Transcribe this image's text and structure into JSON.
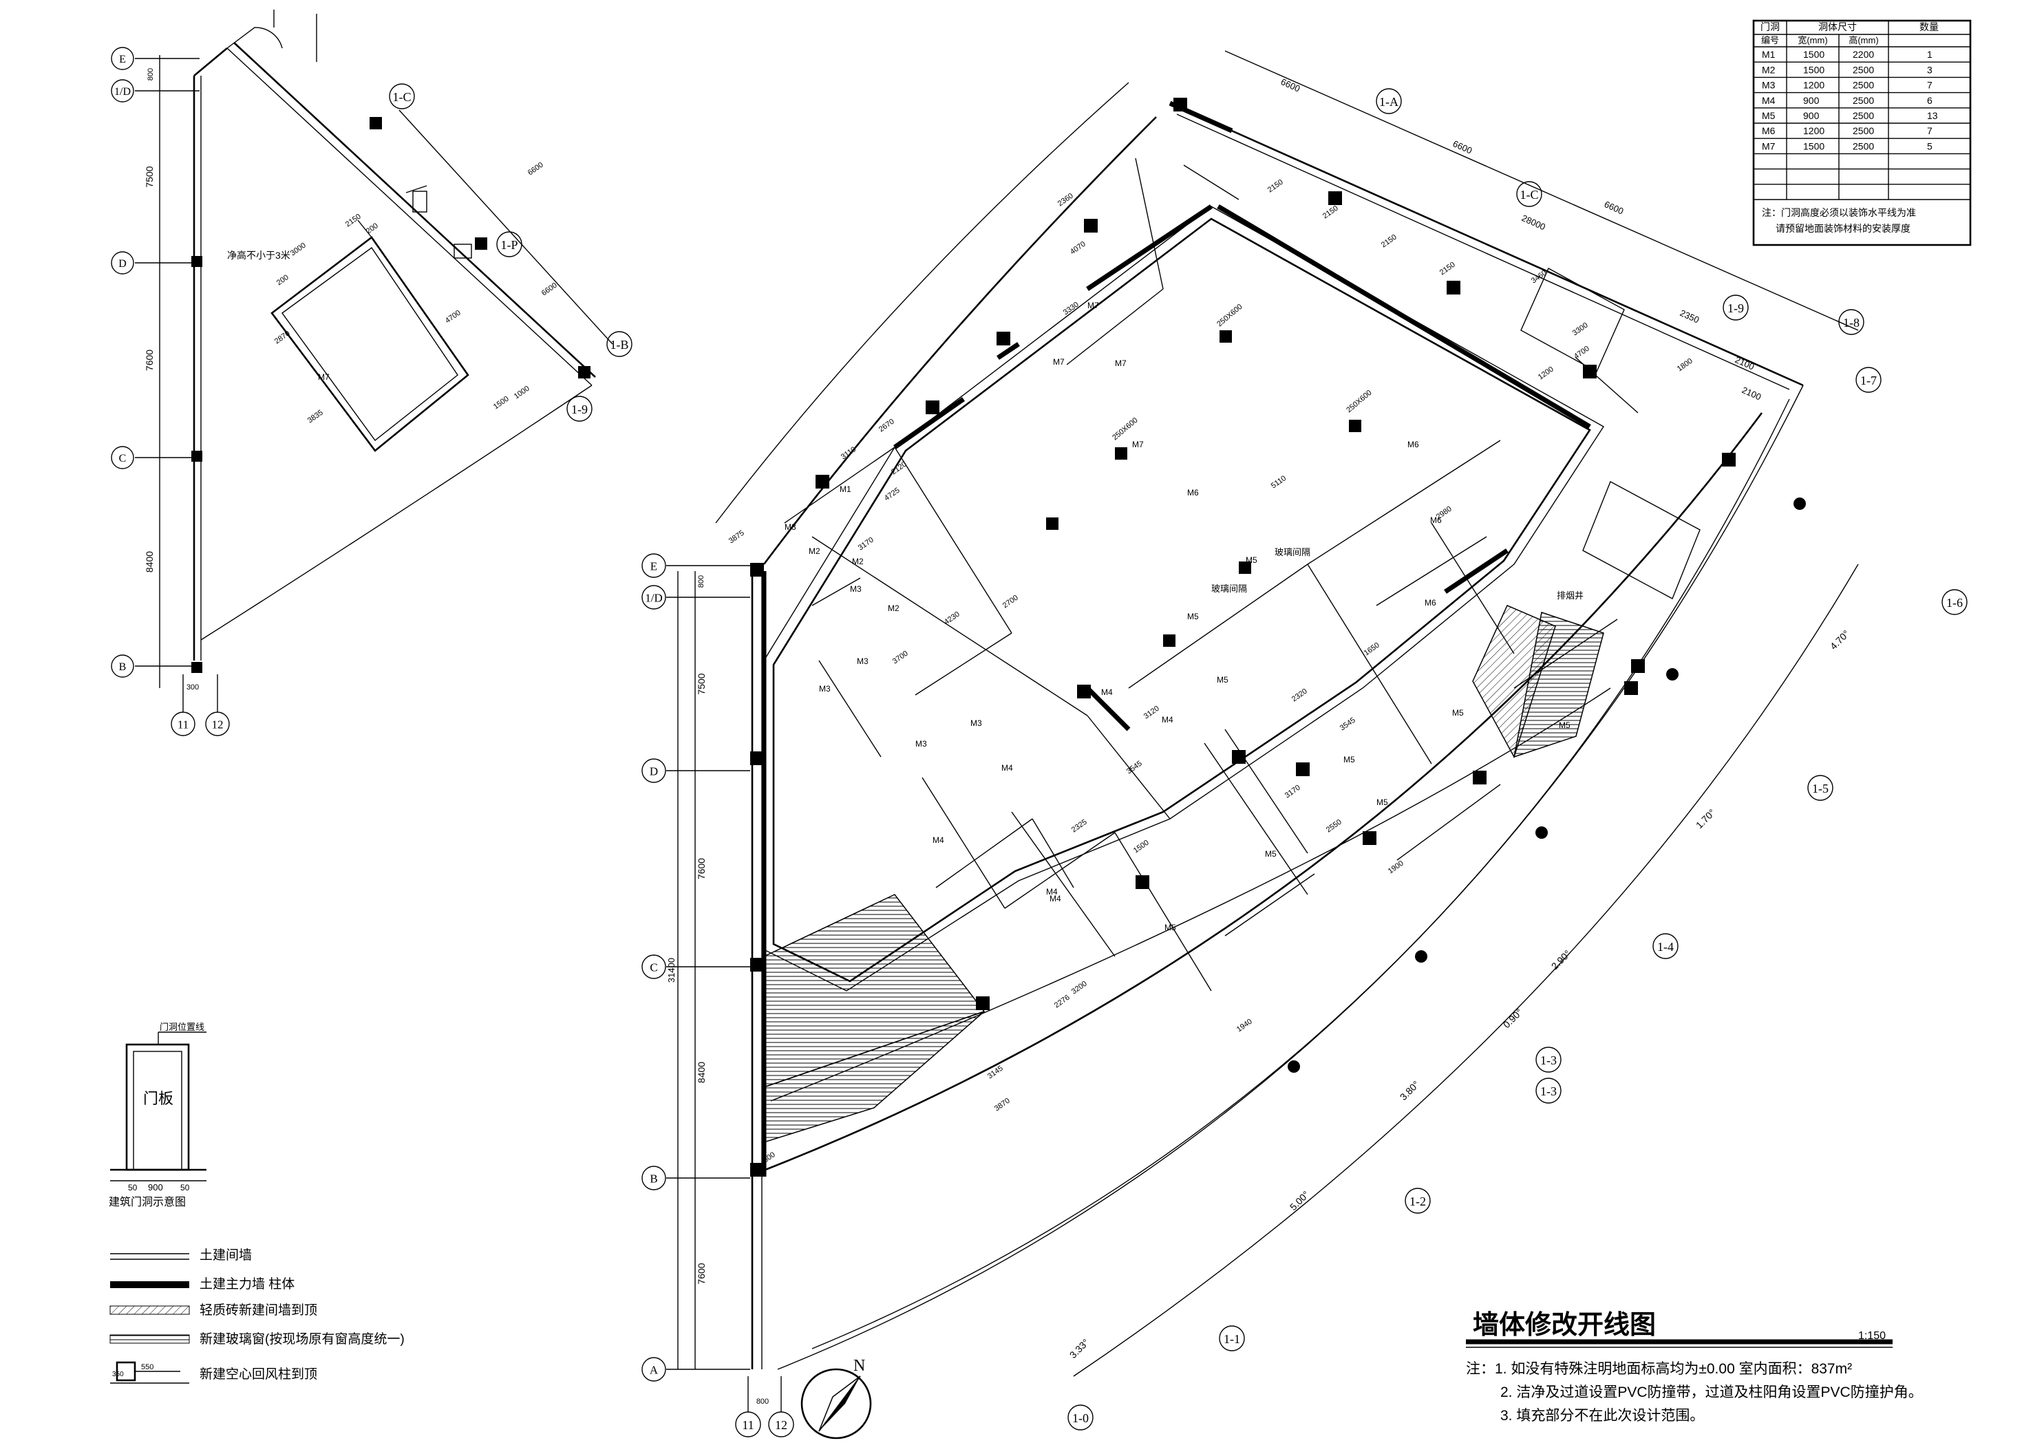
{
  "drawing": {
    "title": "墙体修改开线图",
    "scale": "1:150",
    "notes": [
      "注：1. 如没有特殊注明地面标高均为±0.00   室内面积：837m²",
      "2. 洁净及过道设置PVC防撞带，过道及柱阳角设置PVC防撞护角。",
      "3. 填充部分不在此次设计范围。"
    ]
  },
  "door_table": {
    "headers": [
      "门洞",
      "洞体尺寸",
      "数量"
    ],
    "subheaders": [
      "编号",
      "宽(mm)",
      "高(mm)"
    ],
    "rows": [
      [
        "M1",
        "1500",
        "2200",
        "1"
      ],
      [
        "M2",
        "1500",
        "2500",
        "3"
      ],
      [
        "M3",
        "1200",
        "2500",
        "7"
      ],
      [
        "M4",
        "900",
        "2500",
        "6"
      ],
      [
        "M5",
        "900",
        "2500",
        "13"
      ],
      [
        "M6",
        "1200",
        "2500",
        "7"
      ],
      [
        "M7",
        "1500",
        "2500",
        "5"
      ],
      [
        "",
        "",
        "",
        ""
      ],
      [
        "",
        "",
        "",
        ""
      ]
    ],
    "note_lines": [
      "注：门洞高度必须以装饰水平线为准",
      "请预留地面装饰材料的安装厚度"
    ]
  },
  "grid_left": {
    "letters": [
      "E",
      "1/D",
      "D",
      "C",
      "B",
      "A"
    ],
    "numbers": [
      "11",
      "12"
    ],
    "dims_main": [
      "7500",
      "7600",
      "8400",
      "7600"
    ],
    "dim_total": "31400",
    "dim_small": [
      "800",
      "800"
    ]
  },
  "grid_radial": {
    "labels": [
      "1-0",
      "1-1",
      "1-2",
      "1-3",
      "1-3",
      "1-4",
      "1-5",
      "1-6",
      "1-7",
      "1-8",
      "1-9",
      "1-C",
      "1-A"
    ],
    "angles": [
      "3.33°",
      "5.00°",
      "3.80°",
      "0.90°",
      "2.90°",
      "1.70°",
      "4.70°"
    ],
    "arc_dims": [
      "6600",
      "6600",
      "6600",
      "28000",
      "2350",
      "2100",
      "2100"
    ]
  },
  "inset": {
    "grid_letters": [
      "E",
      "1/D",
      "D",
      "C",
      "B"
    ],
    "grid_numbers": [
      "11",
      "12"
    ],
    "dims": [
      "7500",
      "7600",
      "8400"
    ],
    "small_dims": [
      "800",
      "300"
    ],
    "grid_tags": [
      "1-C",
      "1-P",
      "1-B",
      "1-9"
    ],
    "notes": [
      "净高不小于3米"
    ],
    "room_dims": [
      "3000",
      "2150",
      "200",
      "200",
      "4700",
      "2870",
      "3835",
      "1500",
      "1000",
      "6600",
      "6600"
    ],
    "door": "M7"
  },
  "door_diagram": {
    "caption": "建筑门洞示意图",
    "line_label": "门洞位置线",
    "panel_label": "门板",
    "dims": [
      "50",
      "900",
      "50"
    ]
  },
  "legend": [
    {
      "label": "土建间墙"
    },
    {
      "label": "土建主力墙  柱体"
    },
    {
      "label": "轻质砖新建间墙到顶"
    },
    {
      "label": "新建玻璃窗(按现场原有窗高度统一)"
    },
    {
      "label": "新建空心回风柱到顶"
    }
  ],
  "legend_dims": [
    "550",
    "350"
  ],
  "plan_labels": {
    "doors": [
      "M1",
      "M2",
      "M2",
      "M2",
      "M3",
      "M3",
      "M3",
      "M3",
      "M3",
      "M3",
      "M4",
      "M4",
      "M4",
      "M4",
      "M4",
      "M4",
      "M5",
      "M5",
      "M5",
      "M5",
      "M5",
      "M5",
      "M5",
      "M5",
      "M5",
      "M6",
      "M6",
      "M6",
      "M6",
      "M7",
      "M7",
      "M7",
      "M7"
    ],
    "texts": [
      "玻璃间隔",
      "玻璃间隔",
      "排烟井"
    ],
    "vent_tags": [
      "250X600",
      "250X600",
      "250X600"
    ],
    "dims": [
      "2150",
      "2150",
      "2150",
      "2150",
      "3460",
      "3300",
      "1800",
      "4725",
      "3170",
      "2120",
      "4230",
      "2700",
      "3120",
      "3545",
      "3700",
      "3145",
      "3870",
      "2276",
      "3200",
      "1940",
      "3170",
      "2550",
      "1900",
      "600",
      "2325",
      "1500",
      "3110",
      "2670",
      "3875",
      "3330",
      "4070",
      "2360",
      "3545",
      "2320",
      "1650",
      "2980",
      "5110",
      "4700",
      "1200",
      "1800"
    ]
  },
  "north": "N"
}
